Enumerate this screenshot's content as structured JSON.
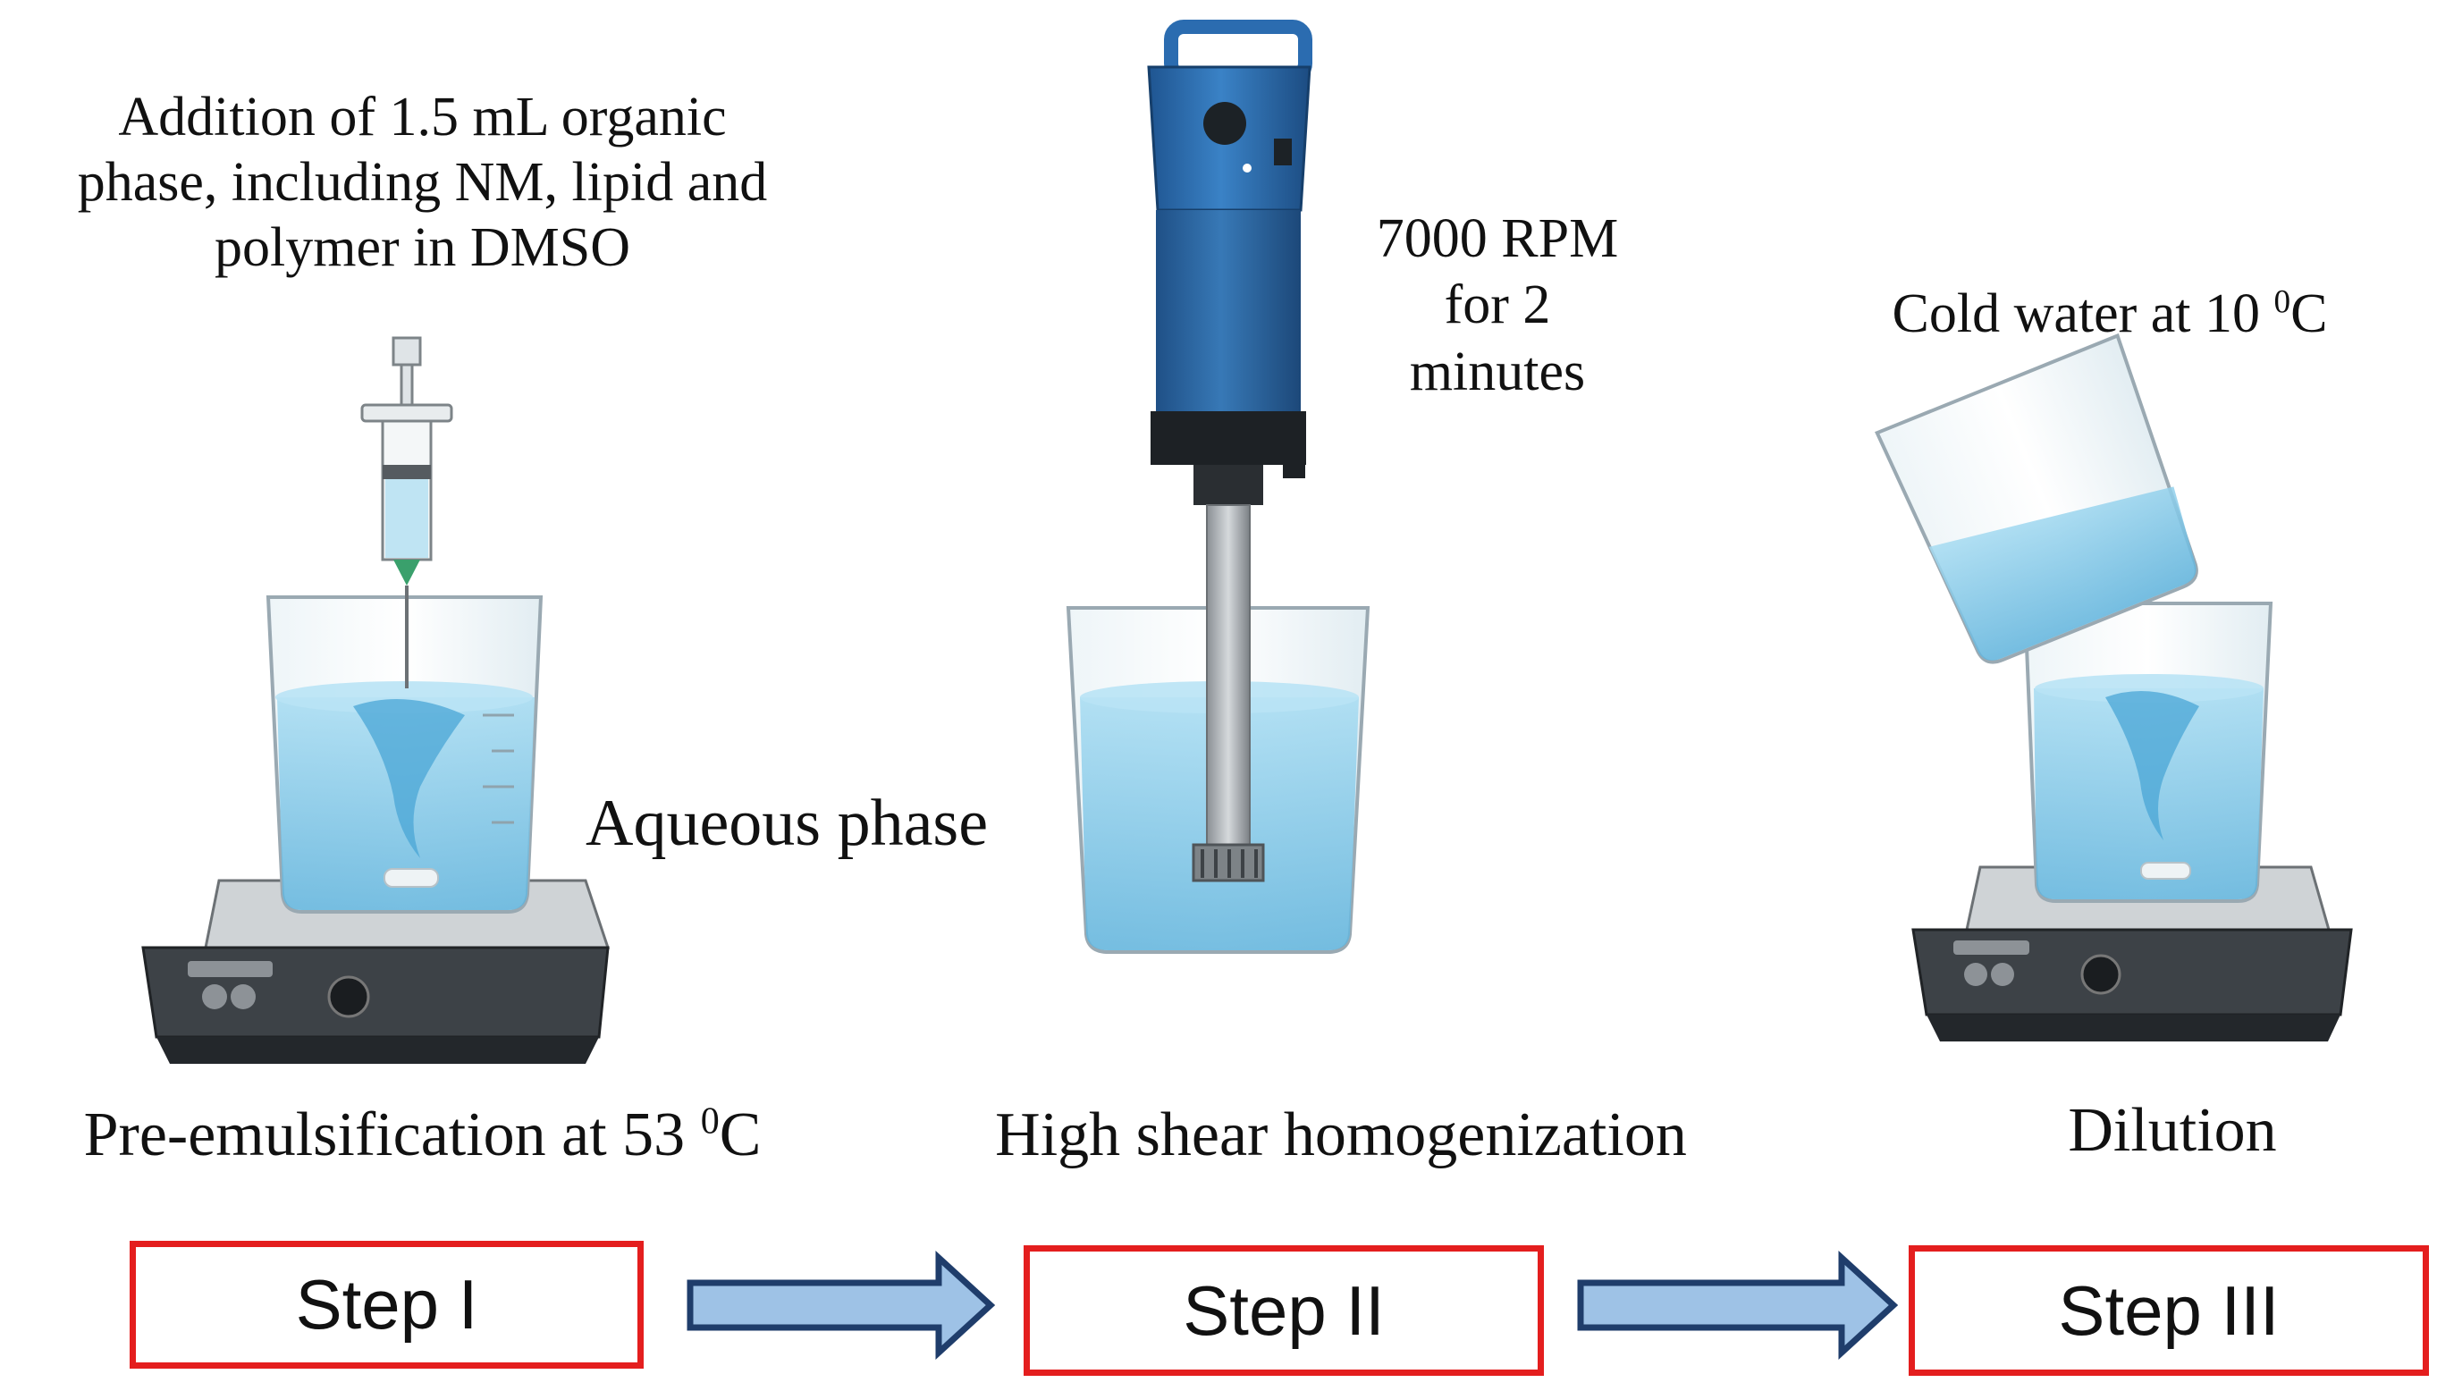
{
  "step1": {
    "top_text": [
      "Addition of 1.5 mL organic",
      "phase, including NM, lipid and",
      "polymer in DMSO"
    ],
    "caption_prefix": "Pre-emulsification at 53 ",
    "caption_sup": "0",
    "caption_suffix": "C",
    "step_label": "Step I"
  },
  "aqueous_label": "Aqueous phase",
  "step2": {
    "top_text": [
      "7000 RPM",
      "for 2",
      "minutes"
    ],
    "caption": "High shear homogenization",
    "step_label": "Step II"
  },
  "step3": {
    "top_prefix": "Cold water at 10 ",
    "top_sup": "0",
    "top_suffix": "C",
    "caption": "Dilution",
    "step_label": "Step III"
  },
  "colors": {
    "box_border": "#e41e1e",
    "arrow_fill": "#9ec2e6",
    "arrow_stroke": "#1f3d6b",
    "liquid": "#7fc7e8",
    "homogenizer": "#2b6cb0"
  }
}
